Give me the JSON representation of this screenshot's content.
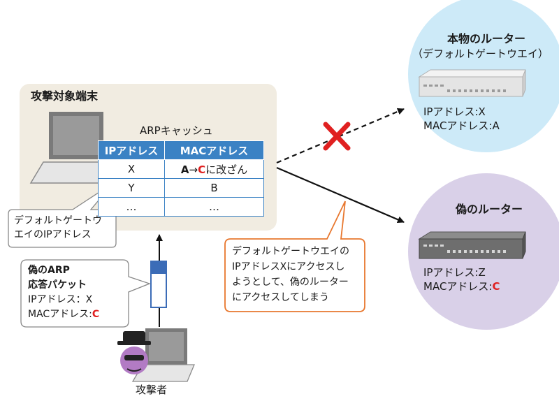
{
  "target": {
    "title": "攻撃対象端末"
  },
  "arp_cache": {
    "title": "ARPキャッシュ",
    "headers": [
      "IPアドレス",
      "MACアドレス"
    ],
    "rows": [
      {
        "ip": "X",
        "mac_old": "A",
        "arrow": "→",
        "mac_new": "C",
        "mac_suffix": "に改ざん"
      },
      {
        "ip": "Y",
        "mac": "B"
      },
      {
        "ip": "…",
        "mac": "…"
      }
    ]
  },
  "callout_default_gw": {
    "line1": "デフォルトゲートウ",
    "line2": "エイのIPアドレス"
  },
  "fake_packet": {
    "line1": "偽のARP",
    "line2": "応答パケット",
    "ip": "IPアドレス：X",
    "mac_prefix": "MACアドレス:",
    "mac_value": "C"
  },
  "attacker": {
    "label": "攻撃者"
  },
  "callout_access": {
    "line1": "デフォルトゲートウエイの",
    "line2": "IPアドレスXにアクセスし",
    "line3": "ようとして、偽のルーター",
    "line4": "にアクセスしてしまう"
  },
  "real_router": {
    "title": "本物のルーター",
    "subtitle": "（デフォルトゲートウエイ）",
    "ip": "IPアドレス:X",
    "mac": "MACアドレス:A"
  },
  "fake_router": {
    "title": "偽のルーター",
    "ip": "IPアドレス:Z",
    "mac_prefix": "MACアドレス:",
    "mac_value": "C"
  },
  "colors": {
    "panel": "#f1ece1",
    "real_router_bg": "#cdeaf8",
    "fake_router_bg": "#d9d0e8",
    "table_header": "#3b82c4",
    "accent_red": "#e02020",
    "callout_orange": "#e8772e"
  }
}
